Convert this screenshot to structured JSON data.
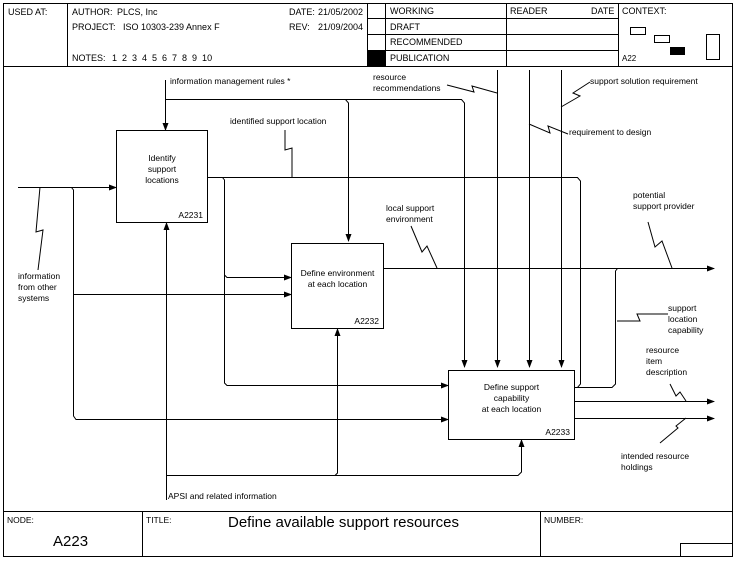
{
  "header": {
    "used_at_label": "USED AT:",
    "author_label": "AUTHOR:",
    "author": "PLCS, Inc",
    "project_label": "PROJECT:",
    "project": "ISO 10303-239 Annex F",
    "date_label": "DATE:",
    "date": "21/05/2002",
    "rev_label": "REV:",
    "rev": "21/09/2004",
    "notes_label": "NOTES:",
    "notes": "1  2  3  4  5  6  7  8  9  10",
    "status": [
      "WORKING",
      "DRAFT",
      "RECOMMENDED",
      "PUBLICATION"
    ],
    "status_selected": "PUBLICATION",
    "reader_label": "READER",
    "reader_date_label": "DATE",
    "context_label": "CONTEXT:",
    "context_node": "A22"
  },
  "footer": {
    "node_label": "NODE:",
    "node": "A223",
    "title_label": "TITLE:",
    "title": "Define available support resources",
    "number_label": "NUMBER:"
  },
  "boxes": [
    {
      "title": "Identify\nsupport\nlocations",
      "id": "A2231"
    },
    {
      "title": "Define environment\nat each location",
      "id": "A2232"
    },
    {
      "title": "Define support\ncapability\nat each location",
      "id": "A2233"
    }
  ],
  "arrows": {
    "info_mgmt_rules": "information management rules *",
    "identified_support_location": "identified support location",
    "resource_recommendations": "resource\nrecommendations",
    "support_solution_requirement": "support solution requirement",
    "requirement_to_design": "requirement to design",
    "potential_support_provider": "potential\nsupport provider",
    "local_support_environment": "local support\nenvironment",
    "info_from_other_systems": "information\nfrom other\nsystems",
    "support_location_capability": "support\nlocation\ncapability",
    "resource_item_description": "resource\nitem\ndescription",
    "intended_resource_holdings": "intended resource\nholdings",
    "apsi": "APSI and related information"
  }
}
